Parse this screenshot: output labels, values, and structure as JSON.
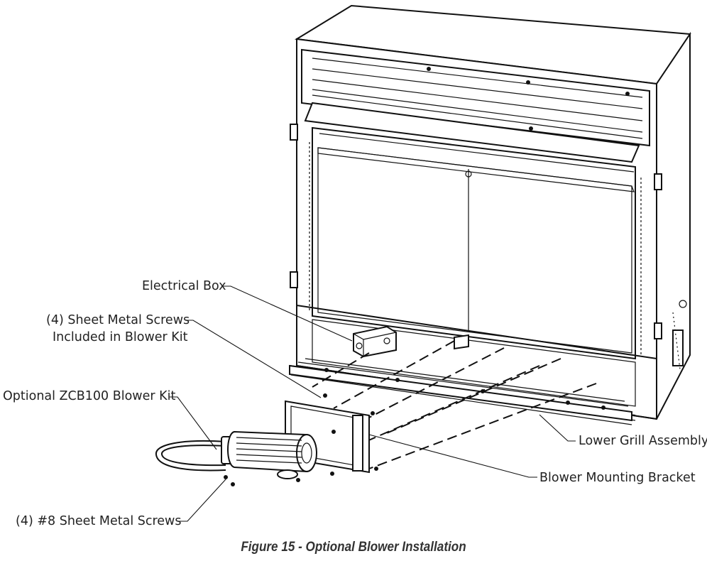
{
  "labels": {
    "electrical_box": "Electrical Box",
    "sheet_metal_screws_line1": "(4) Sheet Metal Screws",
    "sheet_metal_screws_line2": "Included in Blower Kit",
    "blower_kit": "Optional ZCB100 Blower Kit",
    "number8_screws": "(4) #8 Sheet Metal Screws",
    "lower_grill": "Lower Grill Assembly",
    "mounting_bracket": "Blower Mounting Bracket"
  },
  "caption": "Figure 15 - Optional Blower Installation"
}
